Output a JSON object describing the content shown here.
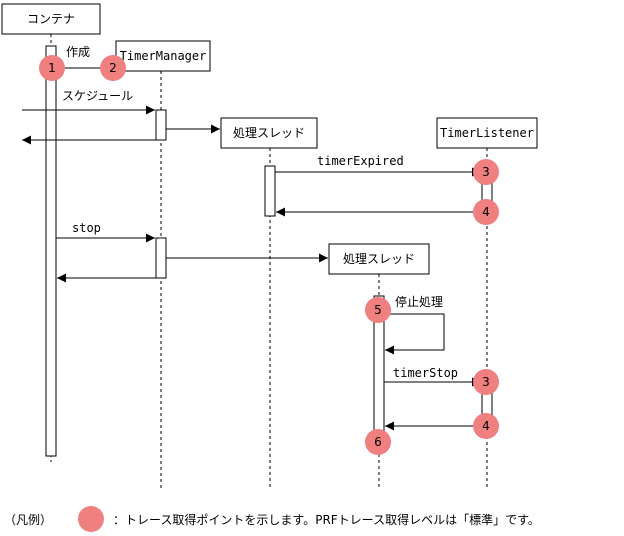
{
  "participants": {
    "container": "コンテナ",
    "timer_manager": "TimerManager",
    "thread_1": "処理スレッド",
    "timer_listener": "TimerListener",
    "thread_2": "処理スレッド"
  },
  "messages": {
    "create": "作成",
    "schedule": "スケジュール",
    "timer_expired": "timerExpired",
    "stop": "stop",
    "stop_processing": "停止処理",
    "timer_stop": "timerStop"
  },
  "trace_points": [
    "1",
    "2",
    "3",
    "4",
    "3",
    "4",
    "5",
    "6"
  ],
  "legend": {
    "prefix": "（凡例）",
    "text": "：トレース取得ポイントを示します。PRFトレース取得レベルは「標準」です。"
  },
  "colors": {
    "trace_point": "#f08080",
    "line": "#000000"
  }
}
